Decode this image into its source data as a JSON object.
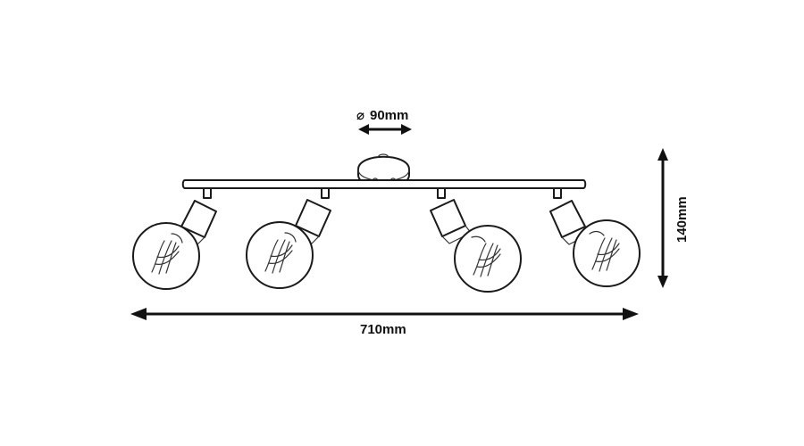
{
  "dimensions": {
    "diameter": {
      "symbol": "⌀",
      "value": "90mm"
    },
    "width": {
      "value": "710mm"
    },
    "height": {
      "value": "140mm"
    }
  },
  "colors": {
    "line": "#1a1a1a",
    "background": "#ffffff"
  }
}
